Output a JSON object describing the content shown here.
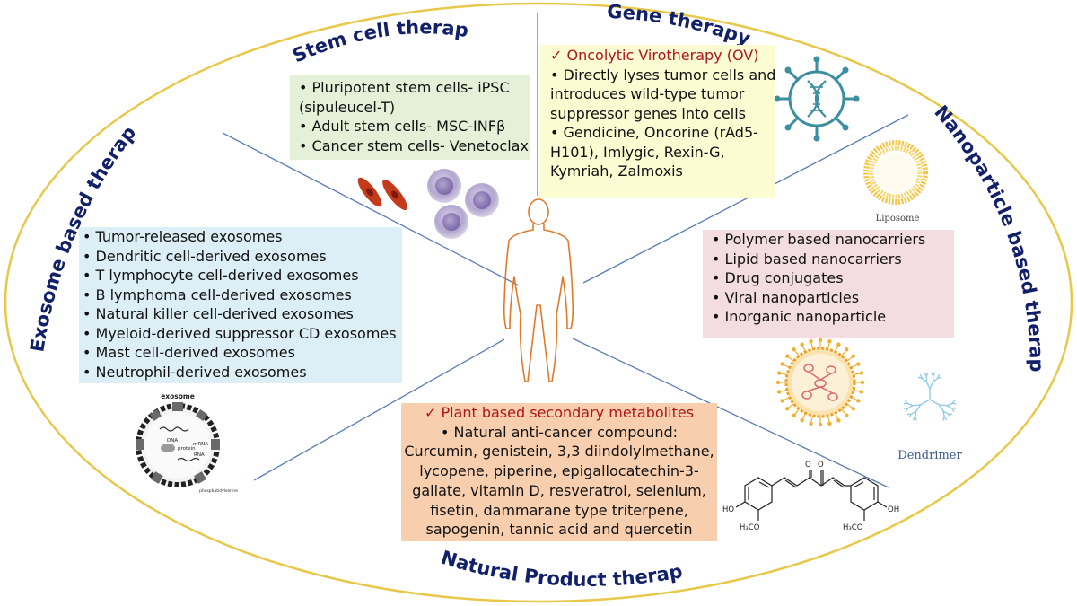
{
  "sections": {
    "stem_title": "Stem cell therapy",
    "gene_title": "Gene therapy",
    "nano_title": "Nanoparticle based therapy",
    "natural_title": "Natural Product therapy",
    "exosome_title": "Exosome based therapy"
  },
  "stem": {
    "items": [
      "• Pluripotent stem cells- iPSC",
      "(sipuleucel-T)",
      "• Adult stem cells- MSC-INFβ",
      "• Cancer stem cells- Venetoclax"
    ]
  },
  "gene": {
    "heading": "✓ Oncolytic Virotherapy (OV)",
    "lines": [
      "• Directly lyses tumor cells and",
      "introduces wild-type tumor",
      "suppressor genes into cells",
      "• Gendicine, Oncorine (rAd5-",
      "H101), Imlygic, Rexin-G,",
      "Kymriah,  Zalmoxis"
    ]
  },
  "exosome": {
    "items": [
      "• Tumor-released exosomes",
      "• Dendritic cell-derived exosomes",
      "• T lymphocyte cell-derived exosomes",
      "• B lymphoma cell-derived exosomes",
      "• Natural killer cell-derived exosomes",
      "• Myeloid-derived suppressor CD exosomes",
      "• Mast cell-derived exosomes",
      "• Neutrophil-derived exosomes"
    ],
    "figure_labels": {
      "top": "exosome",
      "dna": "DNA",
      "protein": "protein",
      "mrna": "mRNA",
      "rna": "RNA",
      "bottom": "phosphatidylserine"
    }
  },
  "nano": {
    "items": [
      "• Polymer based nanocarriers",
      "• Lipid based nanocarriers",
      "• Drug conjugates",
      "• Viral nanoparticles",
      "• Inorganic nanoparticle"
    ],
    "liposome_label": "Liposome",
    "dendrimer_label": "Dendrimer"
  },
  "natural": {
    "heading": "✓ Plant based secondary metabolites",
    "lines": [
      "• Natural anti-cancer compound:",
      "Curcumin, genistein, 3,3 diindolylmethane,",
      "lycopene, piperine, epigallocatechin-3-",
      "gallate, vitamin D, resveratrol, selenium,",
      "fisetin, dammarane type triterpene,",
      "sapogenin, tannic acid and quercetin"
    ],
    "chem_labels": {
      "o1": "O",
      "o2": "O",
      "ho": "HO",
      "oh": "OH",
      "h3co_left": "H₃CO",
      "h3co_right": "H₃CO"
    }
  },
  "colors": {
    "ellipse": "#e8c84a",
    "divider": "#5b7bb5",
    "title": "#12206a",
    "check": "#b0141c",
    "stem_box": "#e4f0d8",
    "gene_box": "#fbfcd2",
    "exosome_box": "#dceef6",
    "nano_box": "#f3dde0",
    "natural_box": "#f8cfae",
    "body_outline": "#e07a2a"
  },
  "icons": [
    "virus-dna-icon",
    "liposome-icon",
    "dendrimer-icon",
    "exosome-diagram",
    "stem-cells-icon",
    "human-body-icon",
    "curcumin-structure",
    "viral-nanoparticle-icon"
  ]
}
